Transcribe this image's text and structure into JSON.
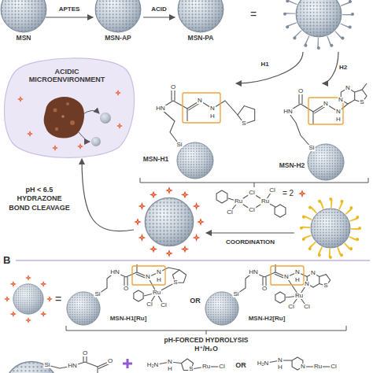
{
  "diagram": {
    "nodes": [
      {
        "text": [
          "MSN"
        ]
      },
      {
        "text": [
          "MSN-AP"
        ]
      },
      {
        "text": [
          "MSN-PA"
        ]
      },
      {
        "text": [
          "MSN-H1"
        ]
      },
      {
        "text": [
          "MSN-H2"
        ]
      },
      {
        "text": [
          "ACIDIC MICROENVIRONMENT"
        ]
      },
      {
        "text": [
          "MSN-H1[Ru]"
        ]
      },
      {
        "text": [
          "MSN-H2[Ru]"
        ]
      }
    ],
    "edges": [
      {
        "from": 0,
        "to": 1,
        "label": "APTES",
        "arrow": "to"
      },
      {
        "from": 1,
        "to": 2,
        "label": "ACID",
        "arrow": "to"
      },
      {
        "from": 2,
        "to": 3,
        "label": "H1",
        "arrow": "to"
      },
      {
        "from": 2,
        "to": 4,
        "label": "H2",
        "arrow": "to"
      }
    ],
    "labels": [
      "=",
      "pH < 6.5 HYDRAZONE BOND CLEAVAGE",
      "COORDINATION",
      "= 2",
      "B",
      "=",
      "OR",
      "pH-FORCED HYDROLYSIS",
      "H⁺/H₂O",
      "OR",
      "O",
      "HN",
      "N",
      "N",
      "H",
      "S",
      "Si",
      "O",
      "HN",
      "N",
      "N",
      "H",
      "N",
      "N",
      "S",
      "Si",
      "Ru",
      "Ru",
      "Cl",
      "Cl",
      "Cl",
      "Cl",
      "Si",
      "HN",
      "O",
      "N",
      "N",
      "H",
      "S",
      "Ru",
      "Cl",
      "Cl",
      "Si",
      "HN",
      "O",
      "N",
      "N",
      "H",
      "N",
      "N",
      "S",
      "Ru",
      "Cl",
      "Cl",
      "Si",
      "HN",
      "O",
      "O",
      "H₂N",
      "N",
      "H",
      "S",
      "Ru",
      "Cl",
      "H₂N",
      "N",
      "H",
      "N",
      "Ru",
      "Cl"
    ]
  }
}
